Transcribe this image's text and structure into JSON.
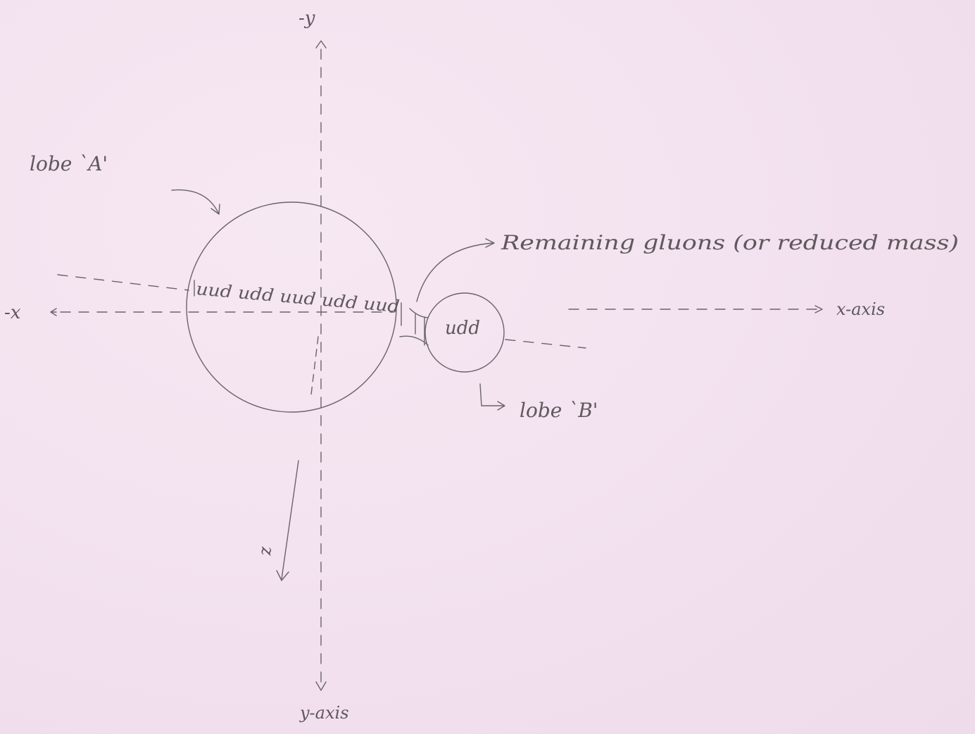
{
  "labels": {
    "neg_y": "-y",
    "y_axis": "y-axis",
    "neg_x": "-x",
    "x_axis": "x-axis",
    "lobe_a": "lobe `A'",
    "lobe_b": "lobe `B'",
    "remaining": "Remaining gluons (or reduced mass)",
    "quarks_a": "uud udd uud udd uud",
    "quarks_b": "udd",
    "z_label": "z"
  },
  "colors": {
    "paper": "#f4e3f0",
    "pencil": "#6a6468"
  }
}
